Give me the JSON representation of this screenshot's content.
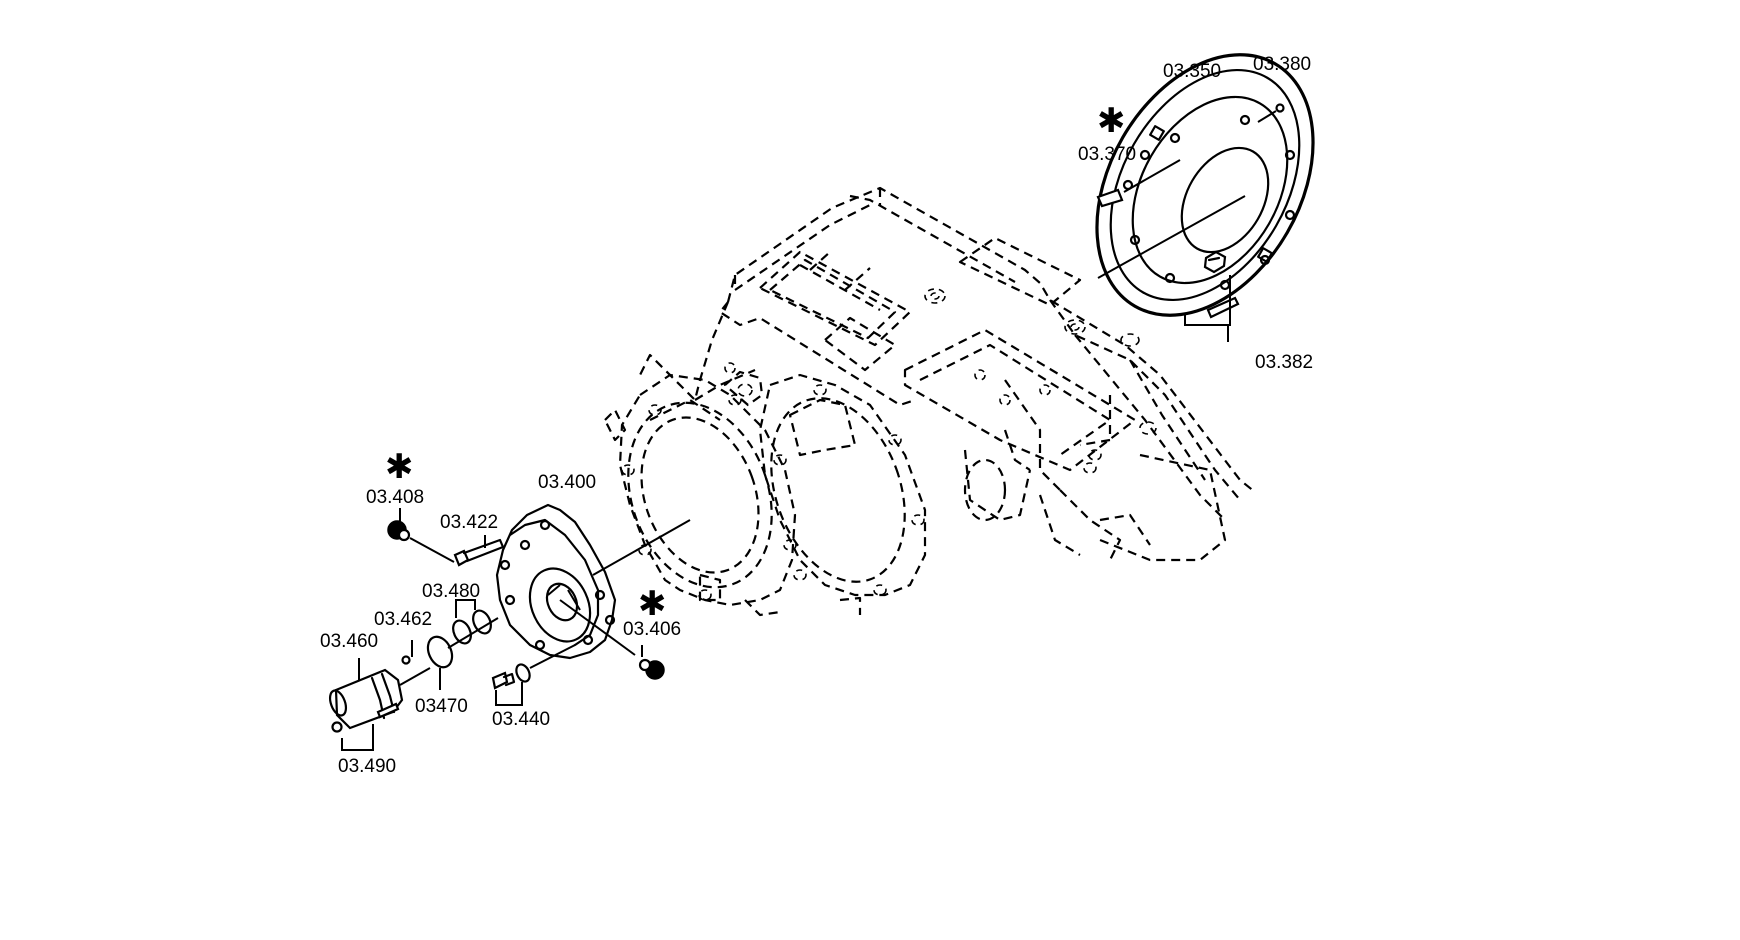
{
  "diagram": {
    "labels": {
      "p03350": "03.350",
      "p03380": "03.380",
      "p03370": "03.370",
      "p03382": "03.382",
      "p03400": "03.400",
      "p03408": "03.408",
      "p03422": "03.422",
      "p03480": "03.480",
      "p03462": "03.462",
      "p03460": "03.460",
      "p03470": "03470",
      "p03406": "03.406",
      "p03440": "03.440",
      "p03490": "03.490"
    },
    "marker_symbol": "✱"
  }
}
